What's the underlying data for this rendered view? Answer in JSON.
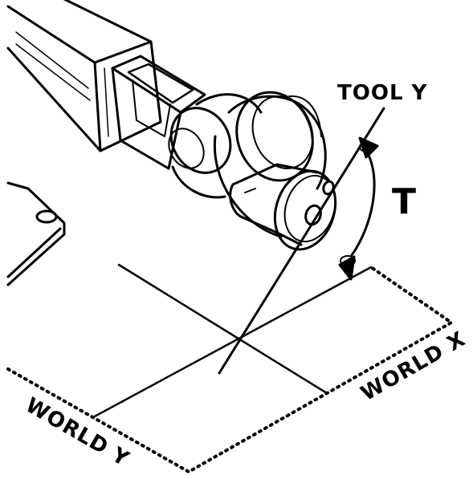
{
  "labels": {
    "tool_y": "TOOL Y",
    "rotation": "T",
    "world_x": "WORLD X",
    "world_y": "WORLD Y"
  },
  "colors": {
    "ink": "#000000",
    "background": "#ffffff"
  }
}
